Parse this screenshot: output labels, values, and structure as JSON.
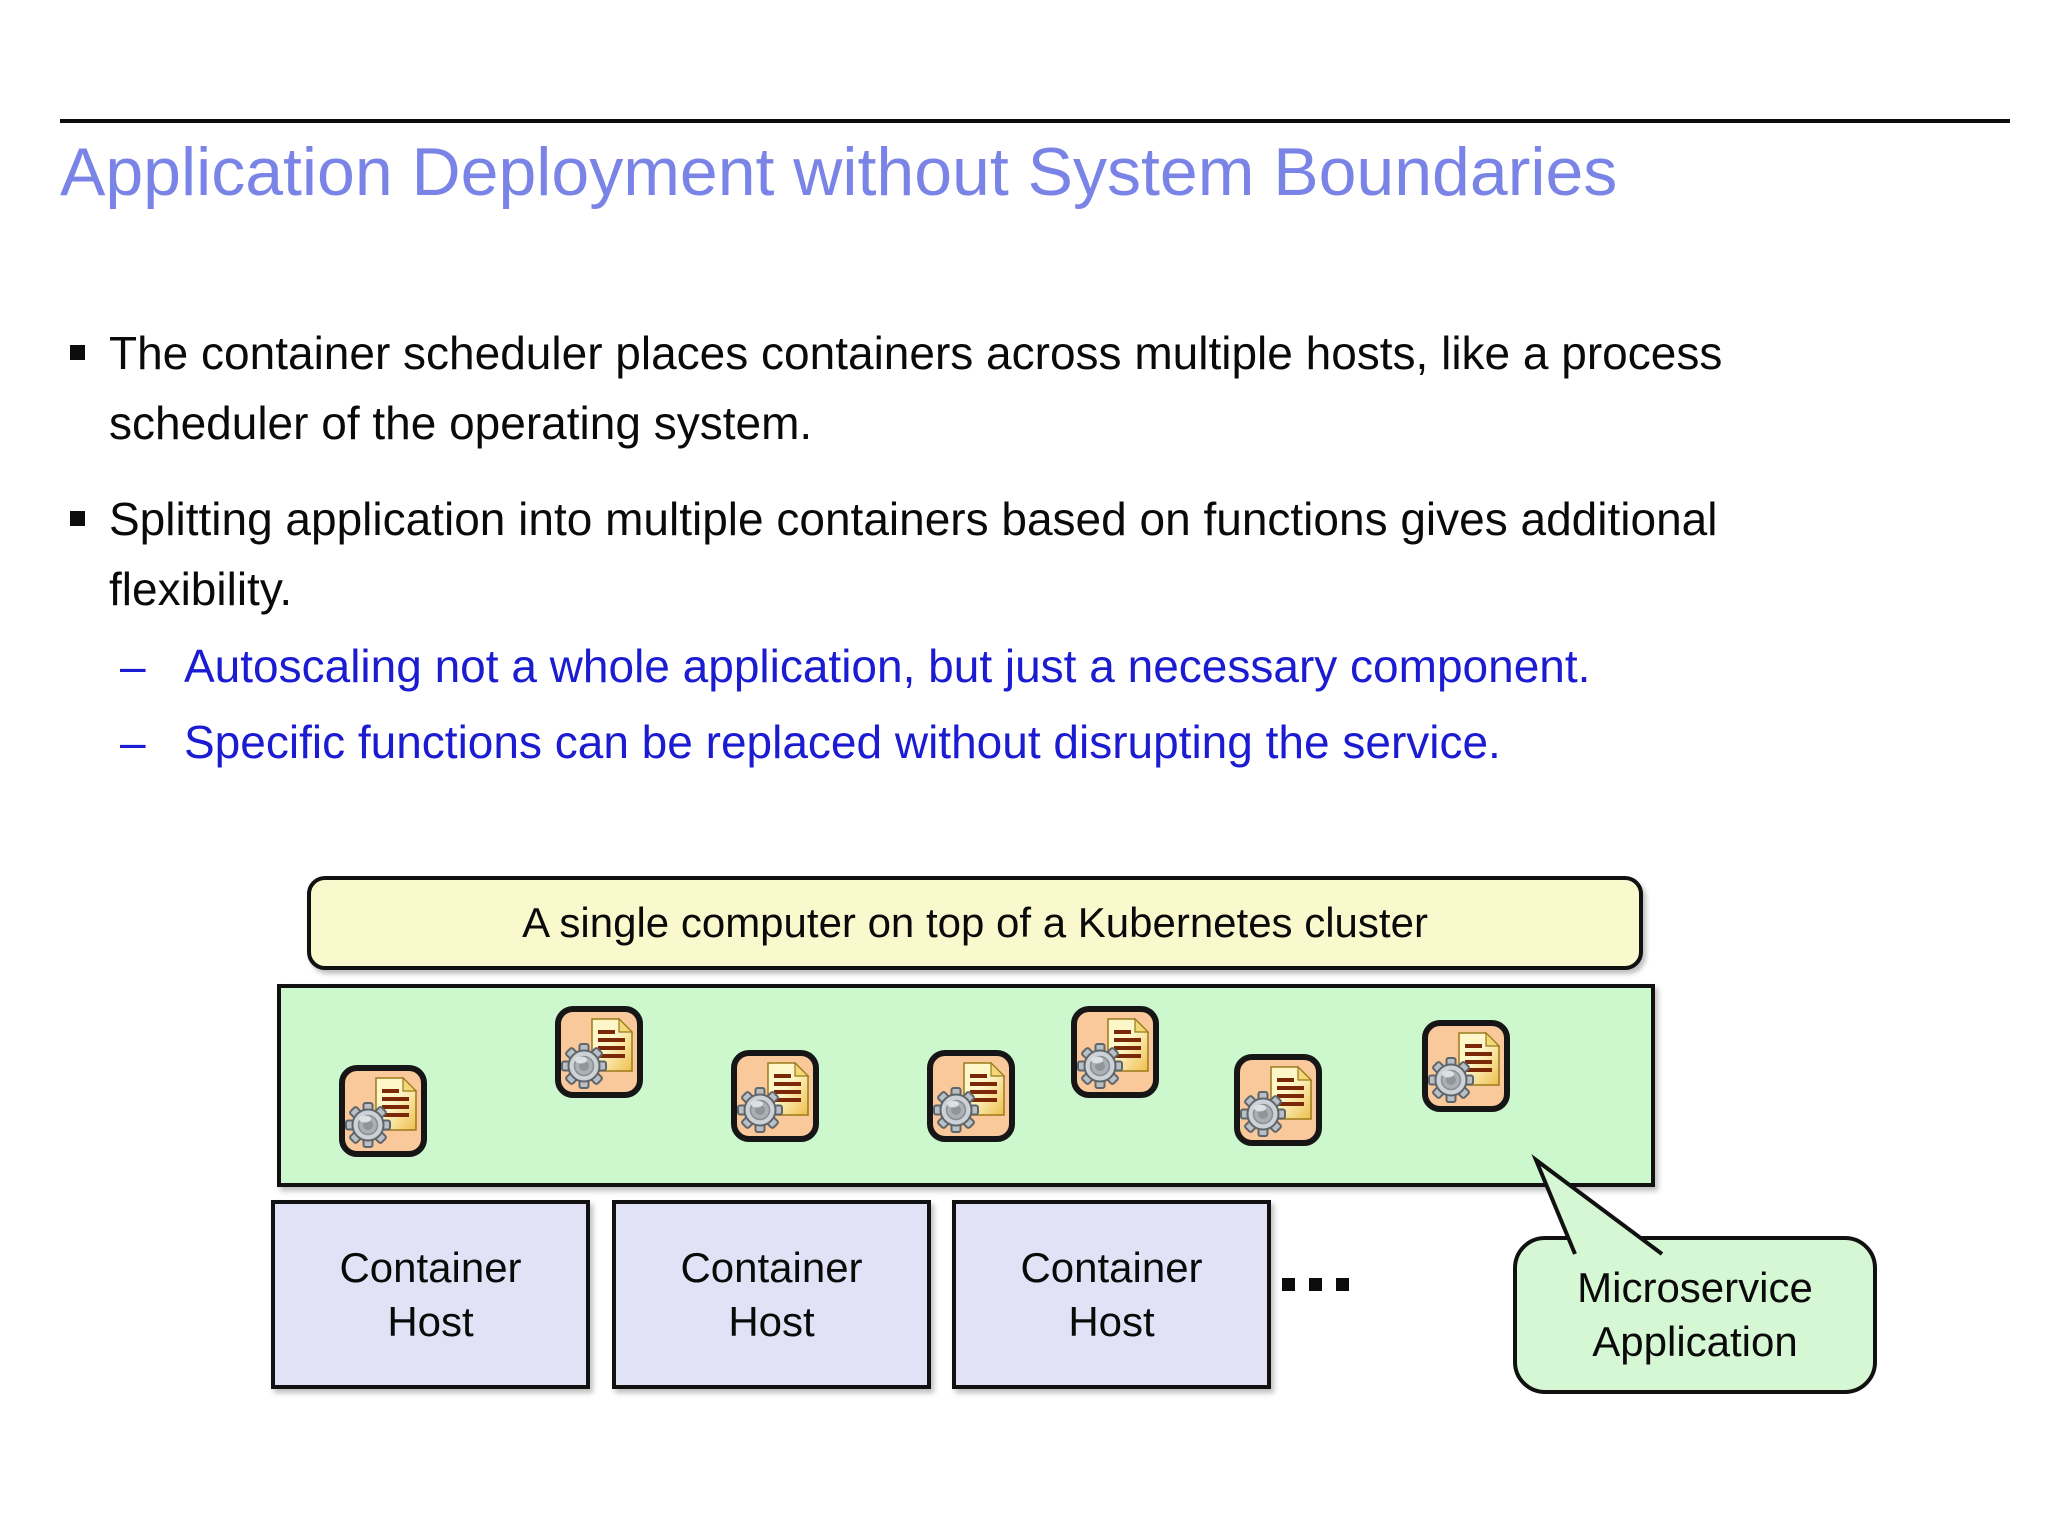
{
  "header": {
    "title": "Application Deployment without System Boundaries",
    "title_color": "#7A83E6"
  },
  "content": {
    "bullet_marker": "▪",
    "bullets": [
      {
        "lines": [
          "The container scheduler places containers across multiple hosts, like a process",
          "scheduler of the operating system."
        ]
      },
      {
        "lines": [
          "Splitting application into multiple containers based on functions gives additional",
          "flexibility."
        ]
      }
    ],
    "sub_bullets": [
      {
        "dash": "–",
        "text": "Autoscaling not a whole application, but just a necessary component."
      },
      {
        "dash": "–",
        "text": "Specific functions can be replaced without disrupting the service."
      }
    ],
    "sub_bullet_color": "#1B1BD1"
  },
  "diagram": {
    "cluster_box": {
      "label": "A single computer on top of a Kubernetes cluster",
      "fill": "#FAF9CE"
    },
    "pod_panel": {
      "fill": "#CDF8CD",
      "icon": "gear-document-container-icon",
      "icon_fill": "#F9C89B",
      "icon_count": 7
    },
    "hosts": [
      {
        "line1": "Container",
        "line2": "Host"
      },
      {
        "line1": "Container",
        "line2": "Host"
      },
      {
        "line1": "Container",
        "line2": "Host"
      }
    ],
    "host_fill": "#E2E2F6",
    "ellipsis": "...",
    "callout": {
      "line1": "Microservice",
      "line2": "Application",
      "fill": "#D6F7D3"
    }
  }
}
